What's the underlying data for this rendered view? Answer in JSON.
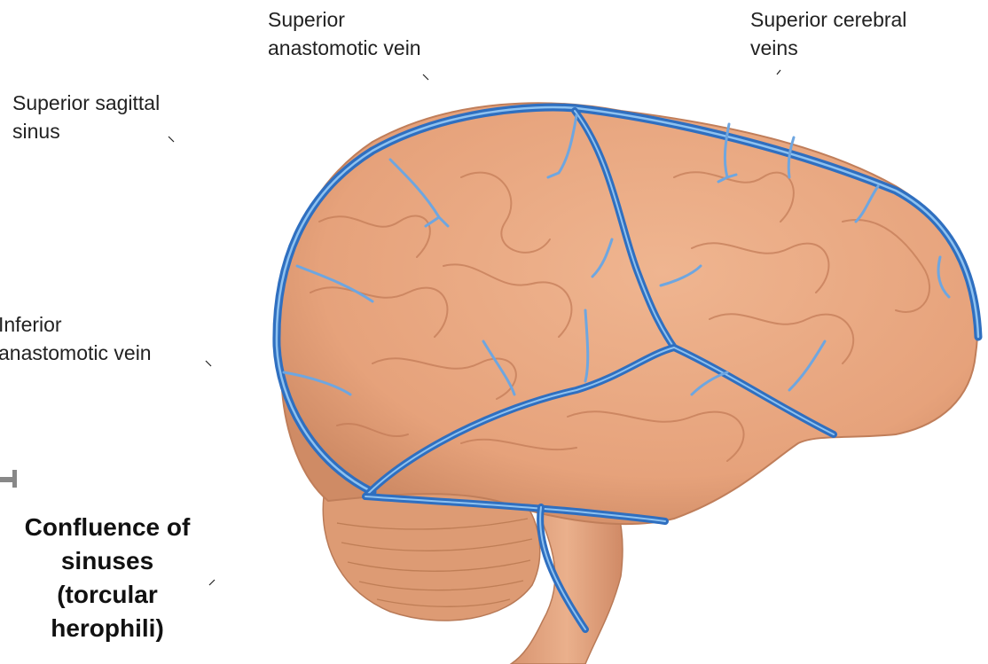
{
  "labels": {
    "superior_anastomotic_vein": "Superior\nanastomotic vein",
    "superior_cerebral_veins": "Superior cerebral\nveins",
    "superior_sagittal_sinus": "Superior sagittal\nsinus",
    "inferior_anastomotic_vein": "Inferior\nanastomotic vein",
    "confluence_of_sinuses": "Confluence of\nsinuses\n(torcular\nherophili)"
  },
  "colors": {
    "brain": "#e8a57e",
    "brain_shadow": "#c98560",
    "gyri_lines": "#c27a56",
    "vein": "#3f86d6",
    "vein_highlight": "#8ec2f0",
    "brainstem": "#e0a07a"
  }
}
